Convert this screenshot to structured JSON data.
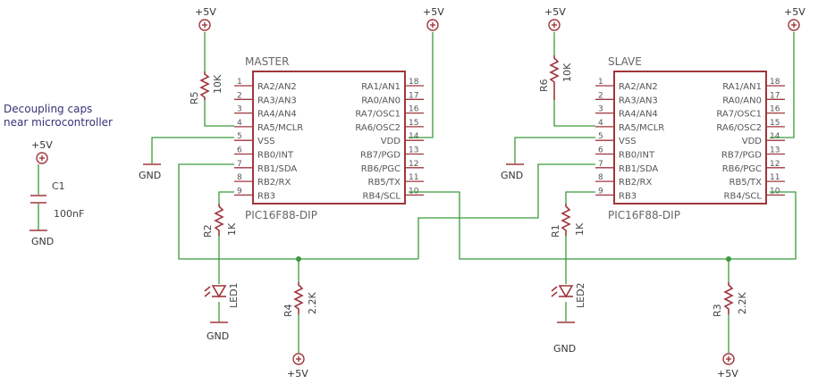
{
  "note": {
    "line1": "Decoupling caps",
    "line2": "near microcontroller"
  },
  "supply_label": "+5V",
  "ground_label": "GND",
  "chips": [
    {
      "name": "MASTER",
      "package": "PIC16F88-DIP",
      "left_pins": [
        {
          "num": "1",
          "label": "RA2/AN2"
        },
        {
          "num": "2",
          "label": "RA3/AN3"
        },
        {
          "num": "3",
          "label": "RA4/AN4"
        },
        {
          "num": "4",
          "label": "RA5/MCLR"
        },
        {
          "num": "5",
          "label": "VSS"
        },
        {
          "num": "6",
          "label": "RB0/INT"
        },
        {
          "num": "7",
          "label": "RB1/SDA"
        },
        {
          "num": "8",
          "label": "RB2/RX"
        },
        {
          "num": "9",
          "label": "RB3"
        }
      ],
      "right_pins": [
        {
          "num": "18",
          "label": "RA1/AN1"
        },
        {
          "num": "17",
          "label": "RA0/AN0"
        },
        {
          "num": "16",
          "label": "RA7/OSC1"
        },
        {
          "num": "15",
          "label": "RA6/OSC2"
        },
        {
          "num": "14",
          "label": "VDD"
        },
        {
          "num": "13",
          "label": "RB7/PGD"
        },
        {
          "num": "12",
          "label": "RB6/PGC"
        },
        {
          "num": "11",
          "label": "RB5/TX"
        },
        {
          "num": "10",
          "label": "RB4/SCL"
        }
      ]
    },
    {
      "name": "SLAVE",
      "package": "PIC16F88-DIP",
      "left_pins": [
        {
          "num": "1",
          "label": "RA2/AN2"
        },
        {
          "num": "2",
          "label": "RA3/AN3"
        },
        {
          "num": "3",
          "label": "RA4/AN4"
        },
        {
          "num": "4",
          "label": "RA5/MCLR"
        },
        {
          "num": "5",
          "label": "VSS"
        },
        {
          "num": "6",
          "label": "RB0/INT"
        },
        {
          "num": "7",
          "label": "RB1/SDA"
        },
        {
          "num": "8",
          "label": "RB2/RX"
        },
        {
          "num": "9",
          "label": "RB3"
        }
      ],
      "right_pins": [
        {
          "num": "18",
          "label": "RA1/AN1"
        },
        {
          "num": "17",
          "label": "RA0/AN0"
        },
        {
          "num": "16",
          "label": "RA7/OSC1"
        },
        {
          "num": "15",
          "label": "RA6/OSC2"
        },
        {
          "num": "14",
          "label": "VDD"
        },
        {
          "num": "13",
          "label": "RB7/PGD"
        },
        {
          "num": "12",
          "label": "RB6/PGC"
        },
        {
          "num": "11",
          "label": "RB5/TX"
        },
        {
          "num": "10",
          "label": "RB4/SCL"
        }
      ]
    }
  ],
  "components": {
    "R5": {
      "name": "R5",
      "value": "10K"
    },
    "R6": {
      "name": "R6",
      "value": "10K"
    },
    "R2": {
      "name": "R2",
      "value": "1K"
    },
    "R1": {
      "name": "R1",
      "value": "1K"
    },
    "R4": {
      "name": "R4",
      "value": "2.2K"
    },
    "R3": {
      "name": "R3",
      "value": "2.2K"
    },
    "C1": {
      "name": "C1",
      "value": "100nF"
    },
    "LED1": {
      "name": "LED1"
    },
    "LED2": {
      "name": "LED2"
    }
  }
}
